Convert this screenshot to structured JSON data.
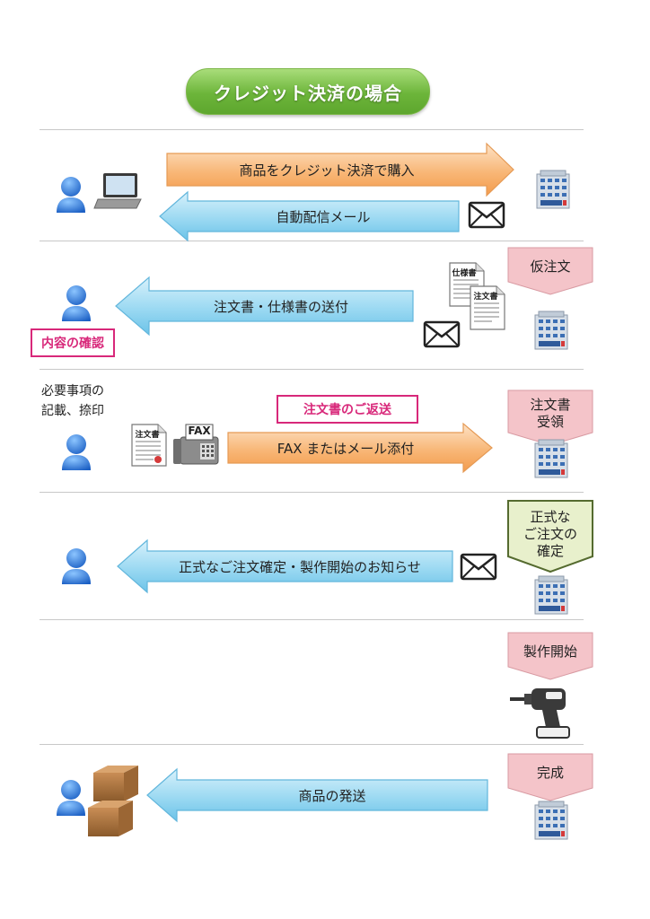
{
  "title": "クレジット決済の場合",
  "rows": {
    "row1": {
      "arrow_right": "商品をクレジット決済で購入",
      "arrow_left": "自動配信メール"
    },
    "row2": {
      "arrow_left": "注文書・仕様書の送付",
      "badge": "内容の確認",
      "step": "仮注文",
      "doc1": "仕様書",
      "doc2": "注文書"
    },
    "row3": {
      "note_line1": "必要事項の",
      "note_line2": "記載、捺印",
      "badge": "注文書のご返送",
      "arrow_right": "FAX またはメール添付",
      "step_line1": "注文書",
      "step_line2": "受領",
      "doc": "注文書",
      "fax": "FAX"
    },
    "row4": {
      "arrow_left": "正式なご注文確定・製作開始のお知らせ",
      "step_line1": "正式な",
      "step_line2": "ご注文の",
      "step_line3": "確定"
    },
    "row5": {
      "step": "製作開始"
    },
    "row6": {
      "arrow_left": "商品の発送",
      "step": "完成"
    }
  },
  "colors": {
    "orange_arrow": "#f6b06a",
    "blue_arrow": "#8fd3ef",
    "pink_step": "#f4c4c9",
    "green_step": "#e8f0cc",
    "badge": "#d8287a",
    "title_green": "#6cb53a"
  },
  "icons": [
    "person-icon",
    "laptop-icon",
    "building-icon",
    "envelope-icon",
    "document-icon",
    "fax-icon",
    "drill-icon",
    "box-icon"
  ]
}
